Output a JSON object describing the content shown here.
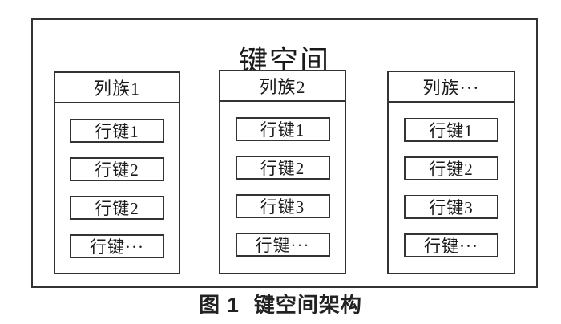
{
  "diagram": {
    "title": "键空间",
    "columns": [
      {
        "header": "列族1",
        "rows": [
          "行键1",
          "行键2",
          "行键2",
          "行键···"
        ]
      },
      {
        "header": "列族2",
        "rows": [
          "行键1",
          "行键2",
          "行键3",
          "行键···"
        ]
      },
      {
        "header": "列族···",
        "rows": [
          "行键1",
          "行键2",
          "行键3",
          "行键···"
        ]
      }
    ]
  },
  "caption": {
    "figure_label": "图 1",
    "title": "键空间架构"
  },
  "colors": {
    "line": "#333333",
    "text": "#1a1a1a",
    "background": "#ffffff"
  }
}
